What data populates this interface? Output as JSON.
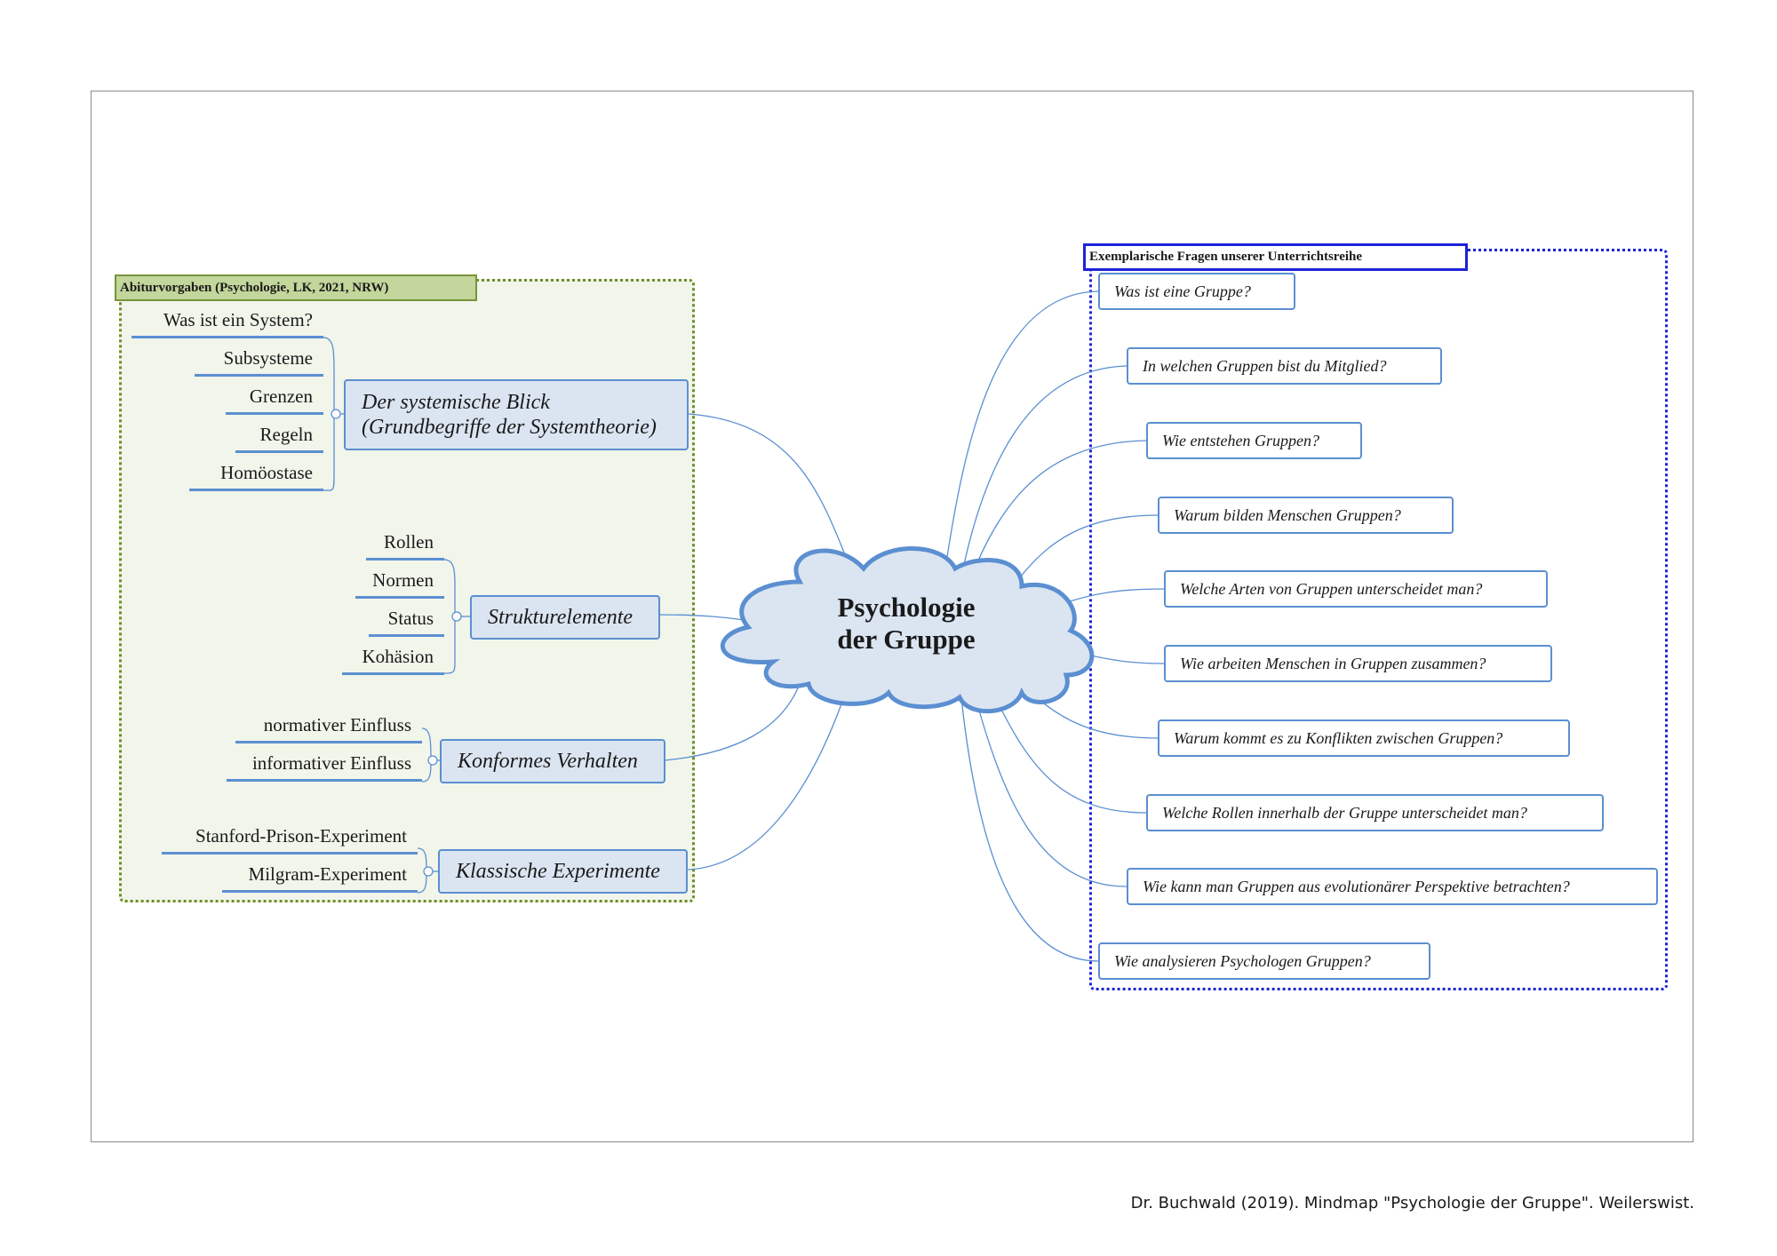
{
  "central": {
    "line1": "Psychologie",
    "line2": "der Gruppe"
  },
  "left_group": {
    "title": "Abiturvorgaben (Psychologie, LK, 2021, NRW)"
  },
  "right_group": {
    "title": "Exemplarische Fragen unserer Unterrichtsreihe"
  },
  "topics": [
    {
      "label_line1": "Der systemische Blick",
      "label_line2": "(Grundbegriffe der Systemtheorie)",
      "subtopics": [
        "Was ist ein System?",
        "Subsysteme",
        "Grenzen",
        "Regeln",
        "Homöostase"
      ]
    },
    {
      "label_line1": "Strukturelemente",
      "subtopics": [
        "Rollen",
        "Normen",
        "Status",
        "Kohäsion"
      ]
    },
    {
      "label_line1": "Konformes Verhalten",
      "subtopics": [
        "normativer Einfluss",
        "informativer Einfluss"
      ]
    },
    {
      "label_line1": "Klassische Experimente",
      "subtopics": [
        "Stanford-Prison-Experiment",
        "Milgram-Experiment"
      ]
    }
  ],
  "questions": [
    "Was ist eine Gruppe?",
    "In welchen Gruppen bist du Mitglied?",
    "Wie entstehen Gruppen?",
    "Warum bilden Menschen Gruppen?",
    "Welche Arten von Gruppen unterscheidet man?",
    "Wie arbeiten Menschen in Gruppen zusammen?",
    "Warum kommt es zu Konflikten zwischen Gruppen?",
    "Welche Rollen innerhalb der Gruppe unterscheidet man?",
    "Wie kann man Gruppen aus evolutionärer Perspektive betrachten?",
    "Wie analysieren Psychologen Gruppen?"
  ],
  "citation": "Dr. Buchwald (2019). Mindmap \"Psychologie der Gruppe\". Weilerswist.",
  "colors": {
    "line": "#5b8fd1",
    "topic_fill": "#dbe5f1",
    "left_border": "#6b8e23",
    "right_border": "#1f22d6"
  }
}
